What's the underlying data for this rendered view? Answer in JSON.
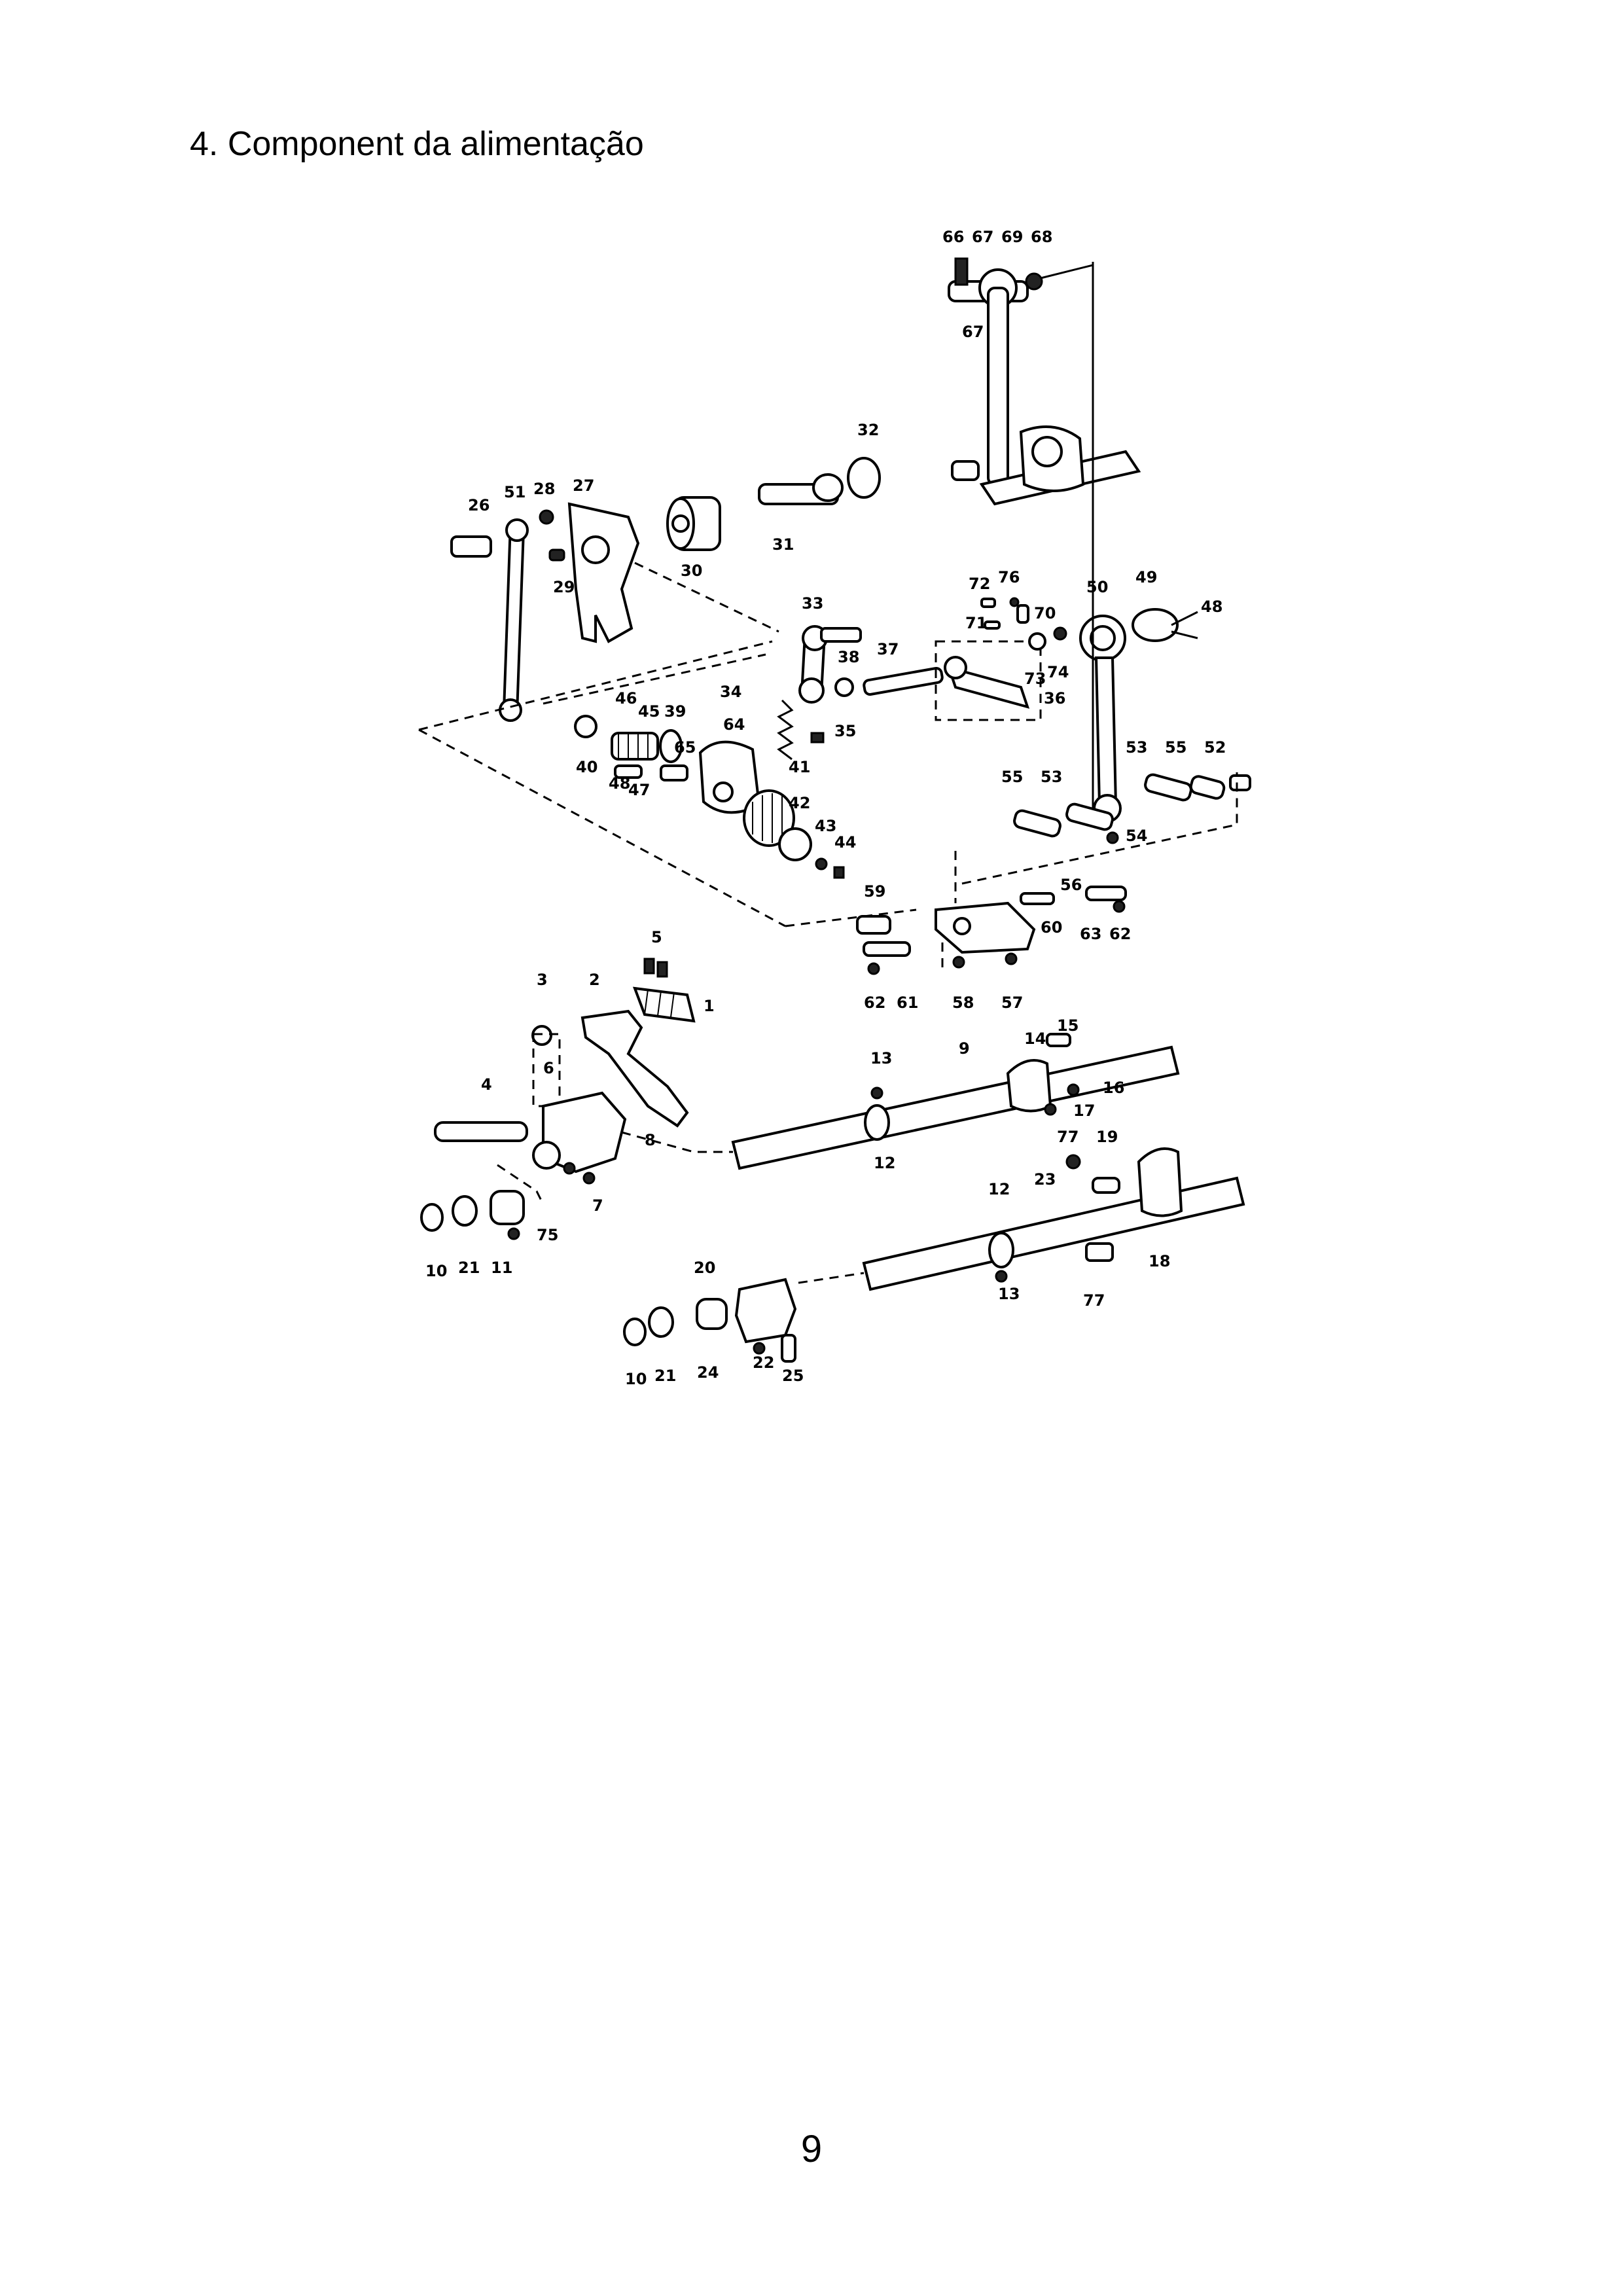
{
  "document": {
    "section_title": "4. Component da alimentação",
    "page_number": "9"
  },
  "diagram": {
    "part_labels": [
      "1",
      "2",
      "3",
      "4",
      "5",
      "6",
      "7",
      "8",
      "9",
      "10",
      "11",
      "12",
      "13",
      "14",
      "15",
      "16",
      "17",
      "18",
      "19",
      "20",
      "21",
      "22",
      "23",
      "24",
      "25",
      "26",
      "27",
      "28",
      "29",
      "30",
      "31",
      "32",
      "33",
      "34",
      "35",
      "36",
      "37",
      "38",
      "39",
      "40",
      "41",
      "42",
      "43",
      "44",
      "45",
      "46",
      "47",
      "48",
      "49",
      "50",
      "51",
      "52",
      "53",
      "54",
      "55",
      "56",
      "57",
      "58",
      "59",
      "60",
      "61",
      "62",
      "63",
      "64",
      "65",
      "66",
      "67",
      "68",
      "69",
      "70",
      "71",
      "72",
      "73",
      "74",
      "75",
      "76",
      "77"
    ]
  }
}
